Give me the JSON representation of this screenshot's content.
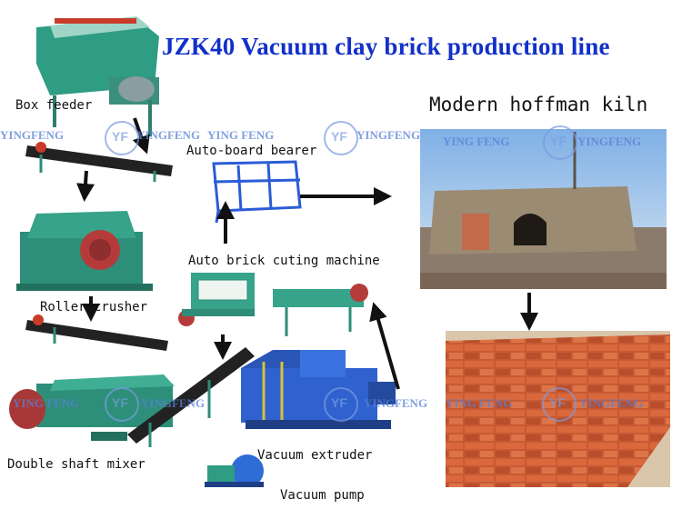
{
  "title": "JZK40 Vacuum clay brick production line",
  "labels": {
    "box_feeder": "Box feeder",
    "auto_board_bearer": "Auto-board bearer",
    "roller_crusher": "Roller crusher",
    "auto_brick_cutting": "Auto brick cuting machine",
    "double_shaft_mixer": "Double shaft mixer",
    "vacuum_extruder": "Vacuum extruder",
    "vacuum_pump": "Vacuum pump",
    "kiln": "Modern hoffman kiln"
  },
  "watermarks": {
    "left_a": "YINGFENG",
    "left_b": "YINGFENG",
    "mid_a": "YING FENG",
    "mid_b": "YINGFENG",
    "right_a": "YING FENG",
    "right_b": "YINGFENG",
    "low_left_a": "YING FENG",
    "low_left_b": "YINGFENG",
    "low_mid": "YINGFENG",
    "low_right_a": "YING FENG",
    "low_right_b": "YINGFENG"
  },
  "colors": {
    "title": "#1230c8",
    "machine_green": "#2e9a86",
    "machine_blue": "#2f5fd0",
    "brick": "#c85a32",
    "arrow": "#111111"
  },
  "icons": [
    "arrow-icon",
    "yf-logo-icon"
  ]
}
